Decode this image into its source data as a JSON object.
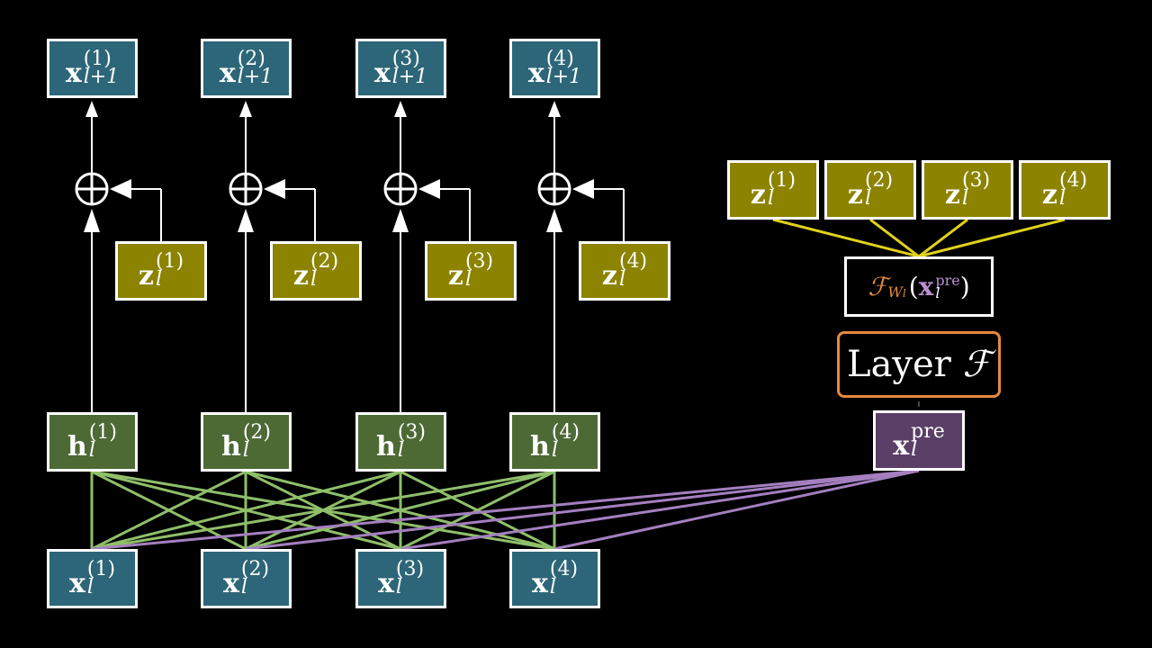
{
  "colors": {
    "teal": "#2d6678",
    "olive": "#8c8300",
    "green": "#4d6a35",
    "purple": "#5a3f66",
    "edge_green": "#8fbf6a",
    "edge_purple": "#a47fc0",
    "edge_yellow": "#e0d21c",
    "orange": "#e48a3c"
  },
  "nodes": {
    "x_out": [
      {
        "sym": "x",
        "sup": "(1)",
        "sub": "l+1"
      },
      {
        "sym": "x",
        "sup": "(2)",
        "sub": "l+1"
      },
      {
        "sym": "x",
        "sup": "(3)",
        "sub": "l+1"
      },
      {
        "sym": "x",
        "sup": "(4)",
        "sub": "l+1"
      }
    ],
    "z_side": [
      {
        "sym": "z",
        "sup": "(1)",
        "sub": "l"
      },
      {
        "sym": "z",
        "sup": "(2)",
        "sub": "l"
      },
      {
        "sym": "z",
        "sup": "(3)",
        "sub": "l"
      },
      {
        "sym": "z",
        "sup": "(4)",
        "sub": "l"
      }
    ],
    "h": [
      {
        "sym": "h",
        "sup": "(1)",
        "sub": "l"
      },
      {
        "sym": "h",
        "sup": "(2)",
        "sub": "l"
      },
      {
        "sym": "h",
        "sup": "(3)",
        "sub": "l"
      },
      {
        "sym": "h",
        "sup": "(4)",
        "sub": "l"
      }
    ],
    "x_in": [
      {
        "sym": "x",
        "sup": "(1)",
        "sub": "l"
      },
      {
        "sym": "x",
        "sup": "(2)",
        "sub": "l"
      },
      {
        "sym": "x",
        "sup": "(3)",
        "sub": "l"
      },
      {
        "sym": "x",
        "sup": "(4)",
        "sub": "l"
      }
    ],
    "z_top": [
      {
        "sym": "z",
        "sup": "(1)",
        "sub": "l"
      },
      {
        "sym": "z",
        "sup": "(2)",
        "sub": "l"
      },
      {
        "sym": "z",
        "sup": "(3)",
        "sub": "l"
      },
      {
        "sym": "z",
        "sup": "(4)",
        "sub": "l"
      }
    ],
    "x_pre": {
      "sym": "x",
      "sup": "pre",
      "sub": "l"
    }
  },
  "function_box": {
    "F": "ℱ",
    "W": "W",
    "W_sub": "l",
    "open": "(",
    "x": "x",
    "x_sup": "pre",
    "x_sub": "l",
    "close": ")"
  },
  "layer_box": {
    "word": "Layer",
    "F": "ℱ"
  },
  "plus_symbol": "⊕"
}
